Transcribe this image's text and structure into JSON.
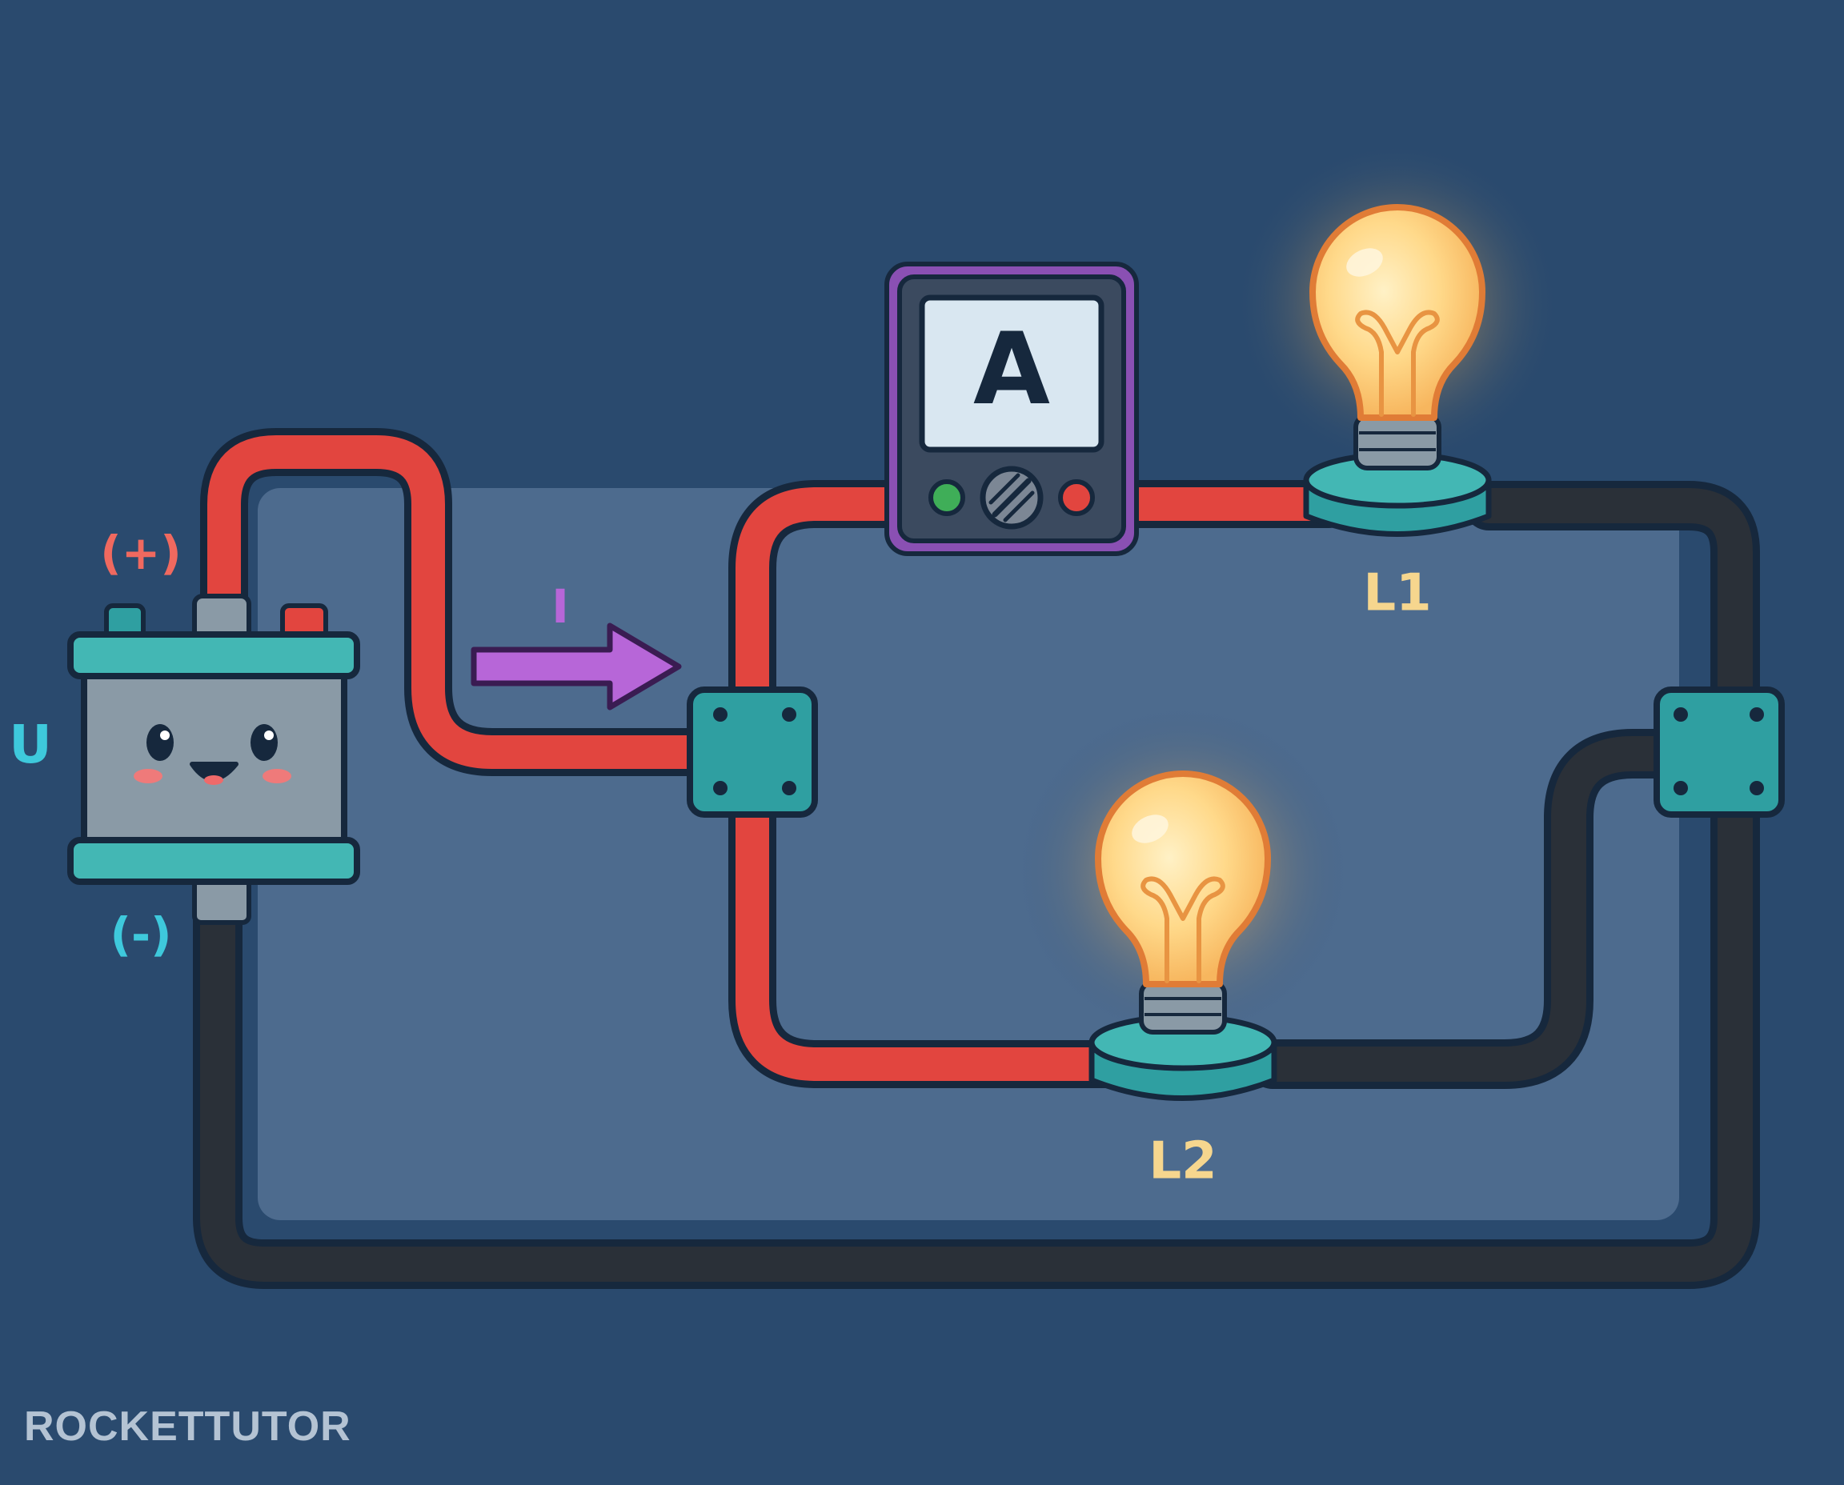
{
  "colors": {
    "background": "#2a4a6e",
    "panel": "#4d6b8e",
    "wire_positive": "#e2453f",
    "wire_negative": "#2a3038",
    "outline": "#16283d",
    "teal": "#2f9fa1",
    "teal_light": "#43b7b4",
    "battery_body": "#8a9aa6",
    "ammeter": "#8a50b3",
    "ammeter_inner": "#3b4a5f",
    "screen": "#d9e7f1",
    "bulb_glass": "#ffcf78",
    "bulb_outline": "#e07c36",
    "label_plus": "#f0695f",
    "label_minus": "#3ec9dc",
    "label_bulb": "#f6d68e",
    "arrow": "#b766d8"
  },
  "labels": {
    "plus": "(+)",
    "minus": "(-)",
    "voltage": "U",
    "current": "I",
    "ammeter_symbol": "A",
    "lamp1": "L1",
    "lamp2": "L2"
  },
  "icons": {
    "battery": "battery-icon",
    "ammeter": "ammeter-icon",
    "lamp": "light-bulb-icon",
    "junction": "junction-block-icon",
    "arrow": "arrow-right-icon"
  },
  "logo": {
    "text": "ROCKETTUTOR"
  }
}
